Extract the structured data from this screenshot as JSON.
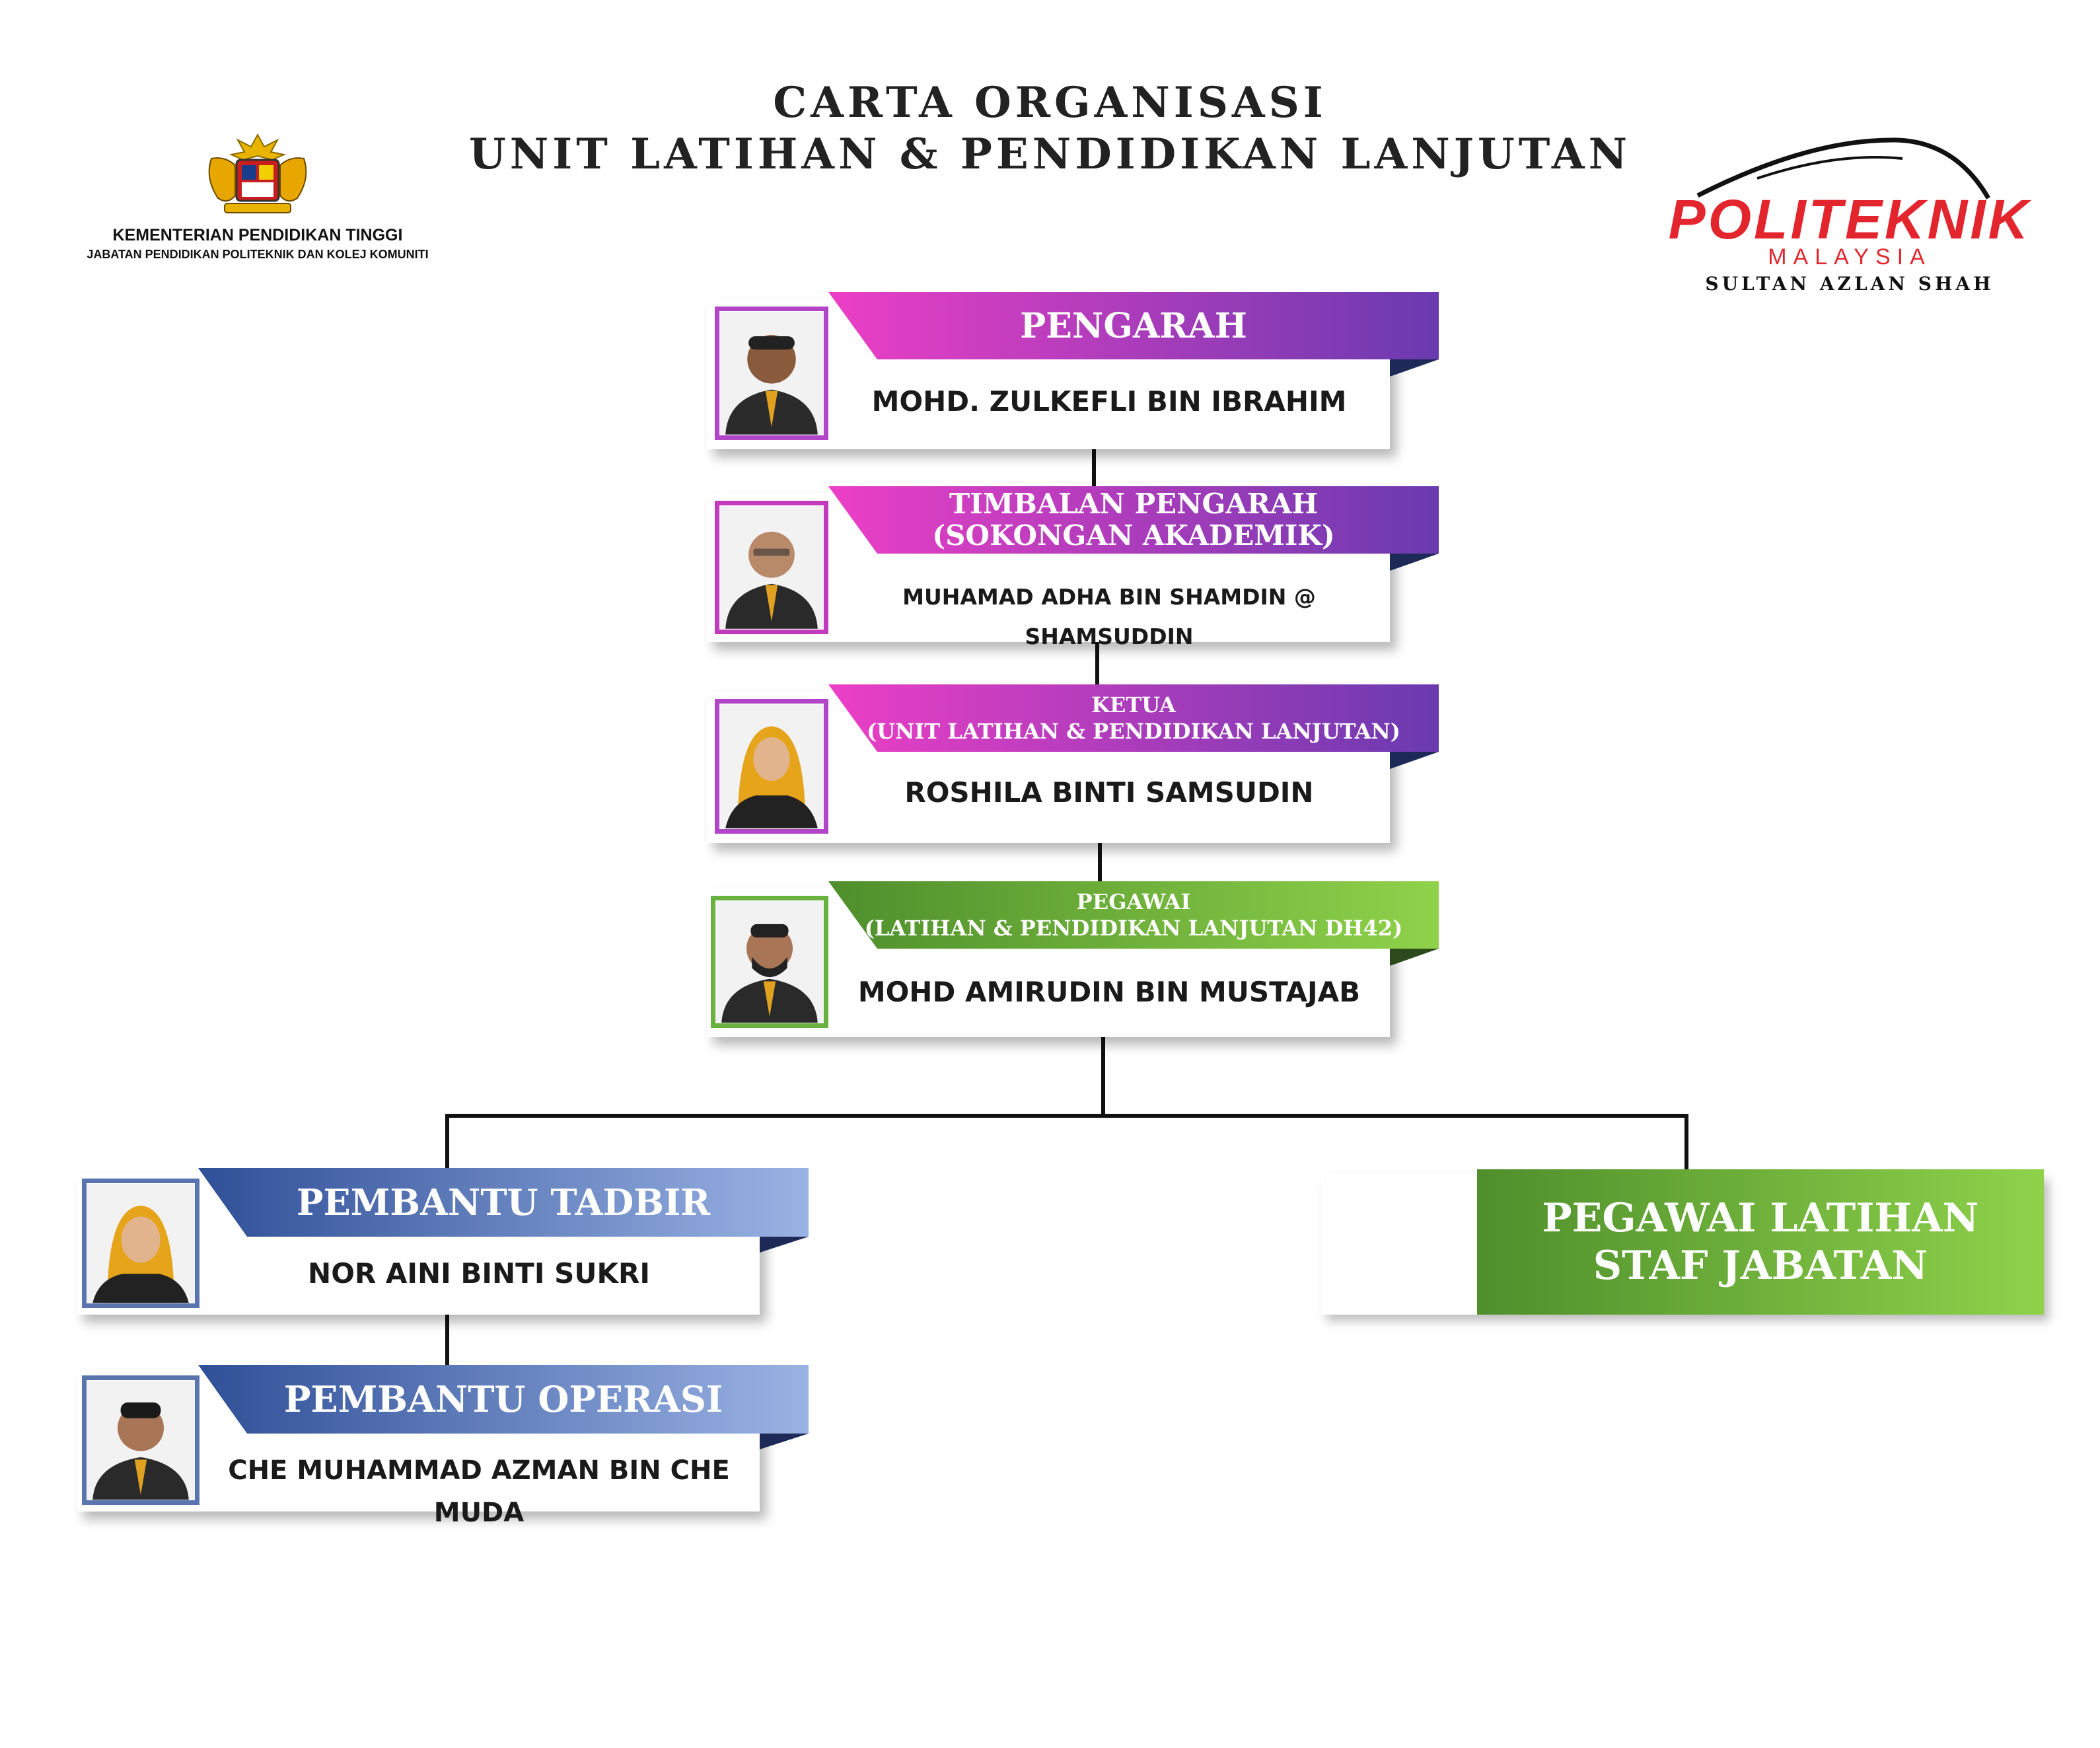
{
  "header": {
    "title_line1": "CARTA ORGANISASI",
    "title_line2": "UNIT LATIHAN & PENDIDIKAN LANJUTAN"
  },
  "ministry": {
    "line1": "KEMENTERIAN PENDIDIKAN TINGGI",
    "line2": "JABATAN PENDIDIKAN POLITEKNIK DAN KOLEJ KOMUNITI"
  },
  "logo": {
    "word": "POLITEKNIK",
    "sub1": "MALAYSIA",
    "sub2": "SULTAN AZLAN SHAH"
  },
  "colors": {
    "pink_gradient": [
      "#ec3fc6",
      "#6a3ab0"
    ],
    "green_gradient": [
      "#4f8f2c",
      "#8fd24a"
    ],
    "blue_gradient": [
      "#2f4f97",
      "#9ab3e4"
    ],
    "logo_red": "#e3262e"
  },
  "positions": [
    {
      "title": "PENGARAH",
      "name": "MOHD. ZULKEFLI BIN IBRAHIM"
    },
    {
      "title_l1": "TIMBALAN PENGARAH",
      "title_l2": "(SOKONGAN AKADEMIK)",
      "name": "MUHAMAD ADHA BIN SHAMDIN @ SHAMSUDDIN"
    },
    {
      "title_l1": "KETUA",
      "title_l2": "(UNIT LATIHAN & PENDIDIKAN LANJUTAN)",
      "name": "ROSHILA BINTI SAMSUDIN"
    },
    {
      "title_l1": "PEGAWAI",
      "title_l2": "(LATIHAN & PENDIDIKAN LANJUTAN DH42)",
      "name": "MOHD AMIRUDIN BIN MUSTAJAB"
    },
    {
      "title": "PEMBANTU TADBIR",
      "name": "NOR AINI BINTI SUKRI"
    },
    {
      "title": "PEMBANTU OPERASI",
      "name": "CHE MUHAMMAD AZMAN BIN CHE MUDA"
    }
  ],
  "staff_box": {
    "line1": "PEGAWAI LATIHAN",
    "line2": "STAF JABATAN"
  }
}
